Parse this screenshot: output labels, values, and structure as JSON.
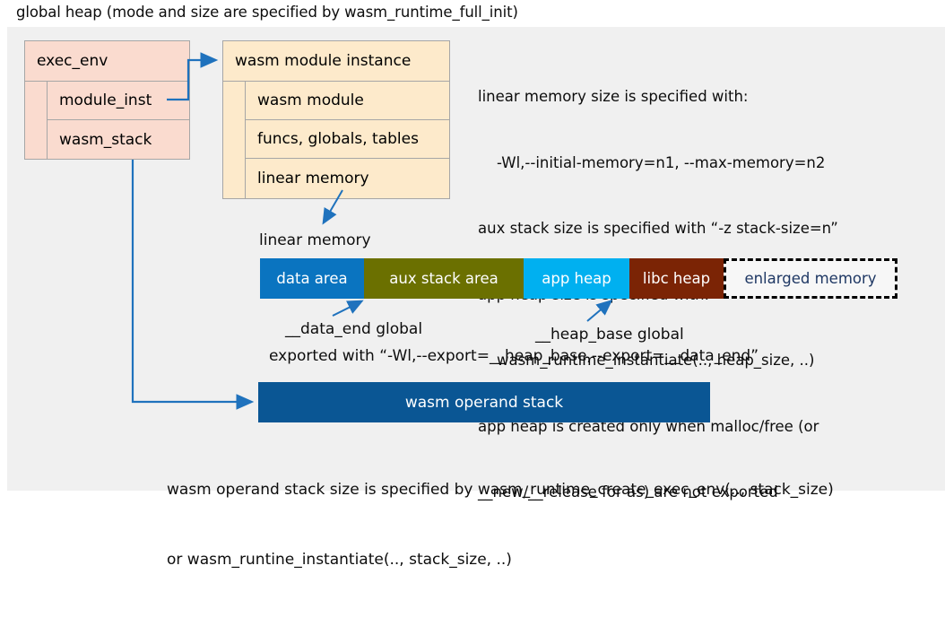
{
  "title": "global heap (mode and size are specified by wasm_runtime_full_init)",
  "colors": {
    "panel_bg": "#f0f0f0",
    "exec_env_fill": "#fadbcf",
    "module_inst_fill": "#fdeacb",
    "box_border": "#a6a6a6",
    "connector": "#1f72bd",
    "data_area": "#0a74c0",
    "aux_stack_area": "#6b7000",
    "app_heap": "#00b0f0",
    "libc_heap": "#7b2405",
    "enlarged_memory_border": "#000000",
    "enlarged_memory_text": "#1f3864",
    "operand_stack": "#0a5694"
  },
  "exec_env": {
    "header": "exec_env",
    "rows": [
      {
        "label": "module_inst"
      },
      {
        "label": "wasm_stack"
      }
    ]
  },
  "module_instance": {
    "header": "wasm module instance",
    "rows": [
      {
        "label": "wasm module"
      },
      {
        "label": "funcs, globals, tables"
      },
      {
        "label": "linear memory"
      }
    ]
  },
  "info_text": {
    "lines": [
      "linear memory size is specified with:",
      "    -Wl,--initial-memory=n1, --max-memory=n2",
      "aux stack size is specified with “-z stack-size=n”",
      "app heap size is specified with:",
      "    wasm_runtime_instantiate(.., heap_size, ..)",
      "app heap is created only when malloc/free (or",
      "__new/__release for as) are not exported"
    ]
  },
  "linear_memory": {
    "label": "linear memory",
    "segments": [
      {
        "label": "data area",
        "color": "#0a74c0",
        "width": 116,
        "style": "solid"
      },
      {
        "label": "aux stack area",
        "color": "#6b7000",
        "width": 178,
        "style": "solid"
      },
      {
        "label": "app heap",
        "color": "#00b0f0",
        "width": 118,
        "style": "solid"
      },
      {
        "label": "libc heap",
        "color": "#7b2405",
        "width": 105,
        "style": "solid"
      },
      {
        "label": "enlarged memory",
        "color": "#f7f7f7",
        "width": 194,
        "style": "dashed"
      }
    ]
  },
  "annotations": {
    "data_end": "__data_end global",
    "heap_base": "__heap_base global",
    "export_line": "exported with “-Wl,--export=__heap_base,--export=__data_end”"
  },
  "operand_stack": {
    "label": "wasm operand stack",
    "caption_lines": [
      "wasm operand stack size is specified by wasm_runtime_create_exec_env(.., stack_size)",
      "or wasm_runtine_instantiate(.., stack_size, ..)"
    ]
  }
}
